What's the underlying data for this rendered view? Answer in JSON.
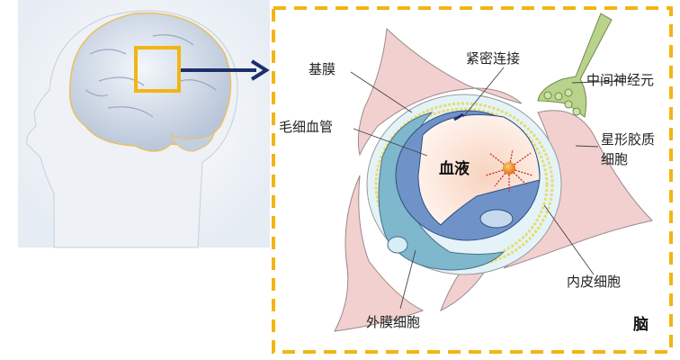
{
  "labels": {
    "basement_membrane": "基膜",
    "tight_junction": "紧密连接",
    "interneuron": "中间神经元",
    "capillary": "毛细血管",
    "astrocyte_line1": "星形胶质",
    "astrocyte_line2": "细胞",
    "blood": "血液",
    "endothelial_cell": "内皮细胞",
    "pericyte": "外膜细胞",
    "brain": "脑"
  },
  "colors": {
    "highlight_box": "#f2b514",
    "arrow": "#1d2f6b",
    "astrocyte": "#f3d0d0",
    "vessel": "#6f93c8",
    "pericyte": "#7fb8cc",
    "neuron": "#b9d38a",
    "lumen": "#fbe3d6"
  }
}
